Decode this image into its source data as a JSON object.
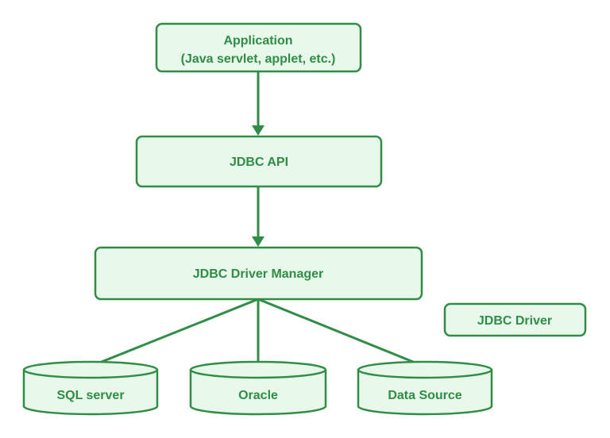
{
  "colors": {
    "stroke": "#2f8d46",
    "fill": "#e8f8ea",
    "text": "#2f8d46",
    "background": "#ffffff"
  },
  "nodes": {
    "application": {
      "line1": "Application",
      "line2": "(Java servlet, applet, etc.)"
    },
    "jdbc_api": {
      "label": "JDBC API"
    },
    "driver_manager": {
      "label": "JDBC Driver Manager"
    },
    "jdbc_driver": {
      "label": "JDBC Driver"
    },
    "databases": [
      {
        "label": "SQL server"
      },
      {
        "label": "Oracle"
      },
      {
        "label": "Data Source"
      }
    ]
  },
  "edges": [
    {
      "from": "application",
      "to": "jdbc_api",
      "style": "arrow"
    },
    {
      "from": "jdbc_api",
      "to": "driver_manager",
      "style": "arrow"
    },
    {
      "from": "driver_manager",
      "to": "SQL server",
      "style": "line"
    },
    {
      "from": "driver_manager",
      "to": "Oracle",
      "style": "line"
    },
    {
      "from": "driver_manager",
      "to": "Data Source",
      "style": "line"
    }
  ]
}
